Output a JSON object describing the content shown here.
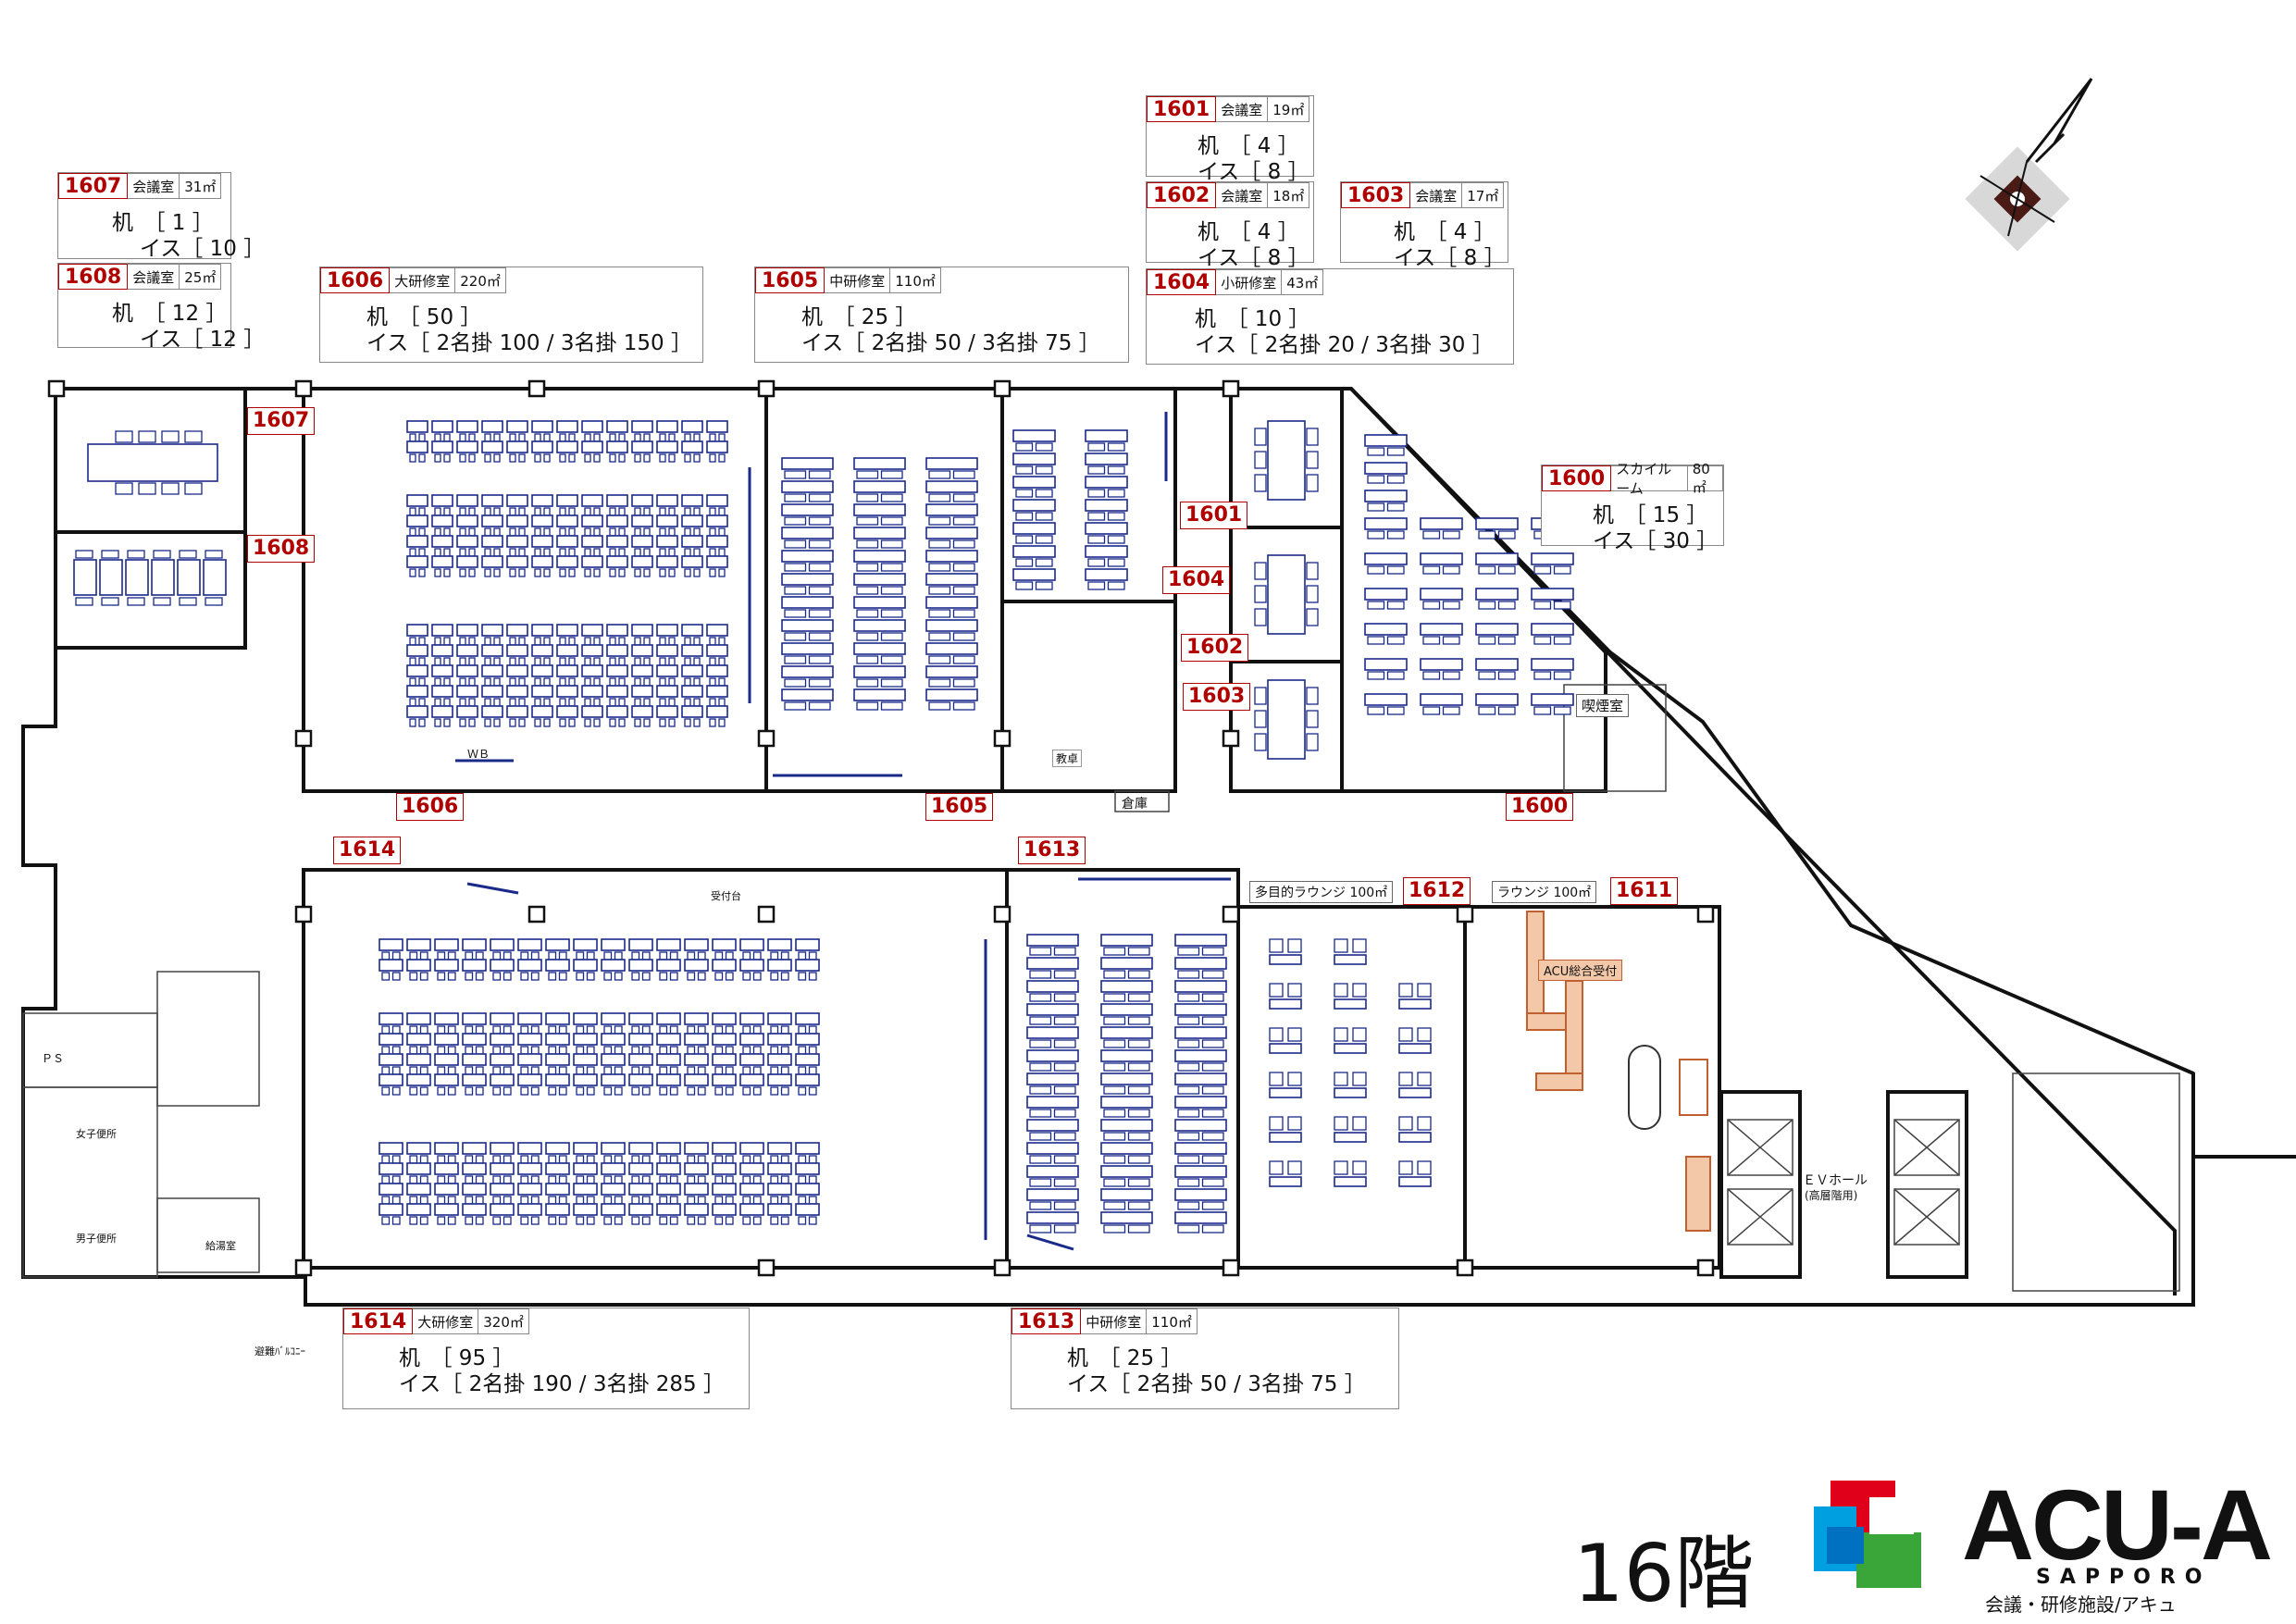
{
  "floor_label": "16階",
  "logo": {
    "name": "ACU-A",
    "sub": "SAPPORO",
    "tagline": "会議・研修施設/アキュ",
    "colors": [
      "#e0001a",
      "#0070c0",
      "#3aa63a",
      "#00a0e0"
    ]
  },
  "rooms": [
    {
      "id": "r1607",
      "number": "1607",
      "type": "会議室",
      "area": "31㎡",
      "lines": [
        "机　［ 1 ］",
        "イス［ 10 ］"
      ]
    },
    {
      "id": "r1608",
      "number": "1608",
      "type": "会議室",
      "area": "25㎡",
      "lines": [
        "机　［ 12 ］",
        "イス［ 12 ］"
      ]
    },
    {
      "id": "r1606",
      "number": "1606",
      "type": "大研修室",
      "area": "220㎡",
      "lines": [
        "机　［ 50 ］",
        "イス［ 2名掛 100 / 3名掛 150 ］"
      ]
    },
    {
      "id": "r1605",
      "number": "1605",
      "type": "中研修室",
      "area": "110㎡",
      "lines": [
        "机　［ 25 ］",
        "イス［ 2名掛 50 / 3名掛 75 ］"
      ]
    },
    {
      "id": "r1601",
      "number": "1601",
      "type": "会議室",
      "area": "19㎡",
      "lines": [
        "机　［ 4 ］",
        "イス［ 8 ］"
      ]
    },
    {
      "id": "r1602",
      "number": "1602",
      "type": "会議室",
      "area": "18㎡",
      "lines": [
        "机　［ 4 ］",
        "イス［ 8 ］"
      ]
    },
    {
      "id": "r1603",
      "number": "1603",
      "type": "会議室",
      "area": "17㎡",
      "lines": [
        "机　［ 4 ］",
        "イス［ 8 ］"
      ]
    },
    {
      "id": "r1604",
      "number": "1604",
      "type": "小研修室",
      "area": "43㎡",
      "lines": [
        "机　［ 10 ］",
        "イス［ 2名掛 20 / 3名掛 30 ］"
      ]
    },
    {
      "id": "r1600",
      "number": "1600",
      "type": "スカイルーム",
      "area": "80㎡",
      "lines": [
        "机　［ 15 ］",
        "イス［ 30 ］"
      ]
    },
    {
      "id": "r1614",
      "number": "1614",
      "type": "大研修室",
      "area": "320㎡",
      "lines": [
        "机　［ 95 ］",
        "イス［ 2名掛 190 / 3名掛 285 ］"
      ]
    },
    {
      "id": "r1613",
      "number": "1613",
      "type": "中研修室",
      "area": "110㎡",
      "lines": [
        "机　［ 25 ］",
        "イス［ 2名掛 50 / 3名掛 75 ］"
      ]
    }
  ],
  "map_tags": [
    "1607",
    "1608",
    "1606",
    "1605",
    "1601",
    "1604",
    "1602",
    "1603",
    "1600",
    "1614",
    "1613",
    "1612",
    "1611"
  ],
  "labels": {
    "smoking": "喫煙室",
    "storage": "倉庫",
    "multi_lounge": "多目的ラウンジ",
    "multi_lounge_area": "100㎡",
    "lounge": "ラウンジ",
    "lounge_area": "100㎡",
    "acu_reception": "ACU総合受付",
    "ev_hall": "ＥＶホール",
    "ev_hall_sub": "(高層階用)",
    "reception": "受付台",
    "womens_wc": "女子便所",
    "mens_wc": "男子便所",
    "ps": "ＰＳ",
    "balcony": "避難ﾊﾞﾙｺﾆｰ",
    "hot_water": "給湯室",
    "wb": "ＷＢ",
    "podium": "教卓"
  }
}
